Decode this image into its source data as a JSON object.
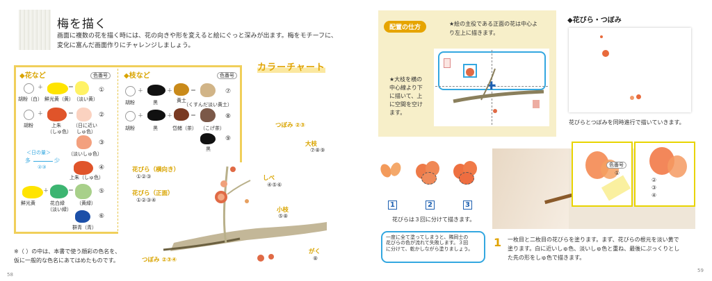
{
  "left_page": {
    "title": "梅を描く",
    "intro": [
      "画面に複数の花を描く時には、花の向きや形を変えると絵にぐっと深みが出ます。梅をモチーフに、",
      "変化に富んだ画面作りにチャレンジしましょう。"
    ],
    "color_chart_title": "カラーチャート",
    "flower_header": "◆花など",
    "branch_header": "◆枝など",
    "color_no": "色番号",
    "flower_rows": [
      {
        "labels": [
          "胡粉（白）",
          "鮮光黄（黄）",
          "（淡い黄）"
        ],
        "no": "①"
      },
      {
        "labels": [
          "胡粉",
          "上朱",
          "（しゅ色）",
          "（日に近い",
          "しゅ色）"
        ],
        "no": "②"
      },
      {
        "labels": [
          "（淡いしゅ色）"
        ],
        "no": "③"
      },
      {
        "labels": [
          "上朱（しゅ色）"
        ],
        "no": "④"
      },
      {
        "labels": [
          "鮮光黄",
          "花白緑",
          "（淡い緑）",
          "（黄緑）"
        ],
        "no": "⑤"
      },
      {
        "labels": [
          "群青（青）"
        ],
        "no": "⑥"
      }
    ],
    "branch_rows": [
      {
        "labels": [
          "胡粉",
          "黒",
          "黄土",
          "（くすんだ淡い黄土）"
        ],
        "no": "⑦"
      },
      {
        "labels": [
          "胡粉",
          "黒",
          "岱赭（茶）",
          "（こげ茶）"
        ],
        "no": "⑧"
      },
      {
        "labels": [
          "黒"
        ],
        "no": "⑨"
      }
    ],
    "hi_ratio": {
      "title": "＜日の量＞",
      "many": "多",
      "few": "少",
      "nos": "②③"
    },
    "annotations": {
      "bud_top": "つぼみ ②③",
      "petal_side": "花びら（横向き）",
      "petal_side_no": "①②③",
      "petal_front": "花びら（正面）",
      "petal_front_no": "①②③④",
      "stamen": "しべ",
      "stamen_no": "④⑤⑥",
      "big_branch": "大枝",
      "big_branch_no": "⑦⑧⑨",
      "twig": "小枝",
      "twig_no": "⑤⑧",
      "calyx": "がく",
      "calyx_no": "⑧",
      "bud_bottom": "つぼみ ②③④"
    },
    "note": [
      "※（ ）の中は、本書で使う顔彩の色名を、",
      "仮に一般的な色名にあてはめたものです。"
    ],
    "page_no": "58"
  },
  "right_page": {
    "layout_title": "配置の仕方",
    "layout_desc1": [
      "★絵の主役である正面の花は中心よ",
      "り左上に描きます。"
    ],
    "layout_desc2": [
      "★大枝を横の",
      "中心線より下",
      "に描いて、上",
      "に空間を空け",
      "ます。"
    ],
    "petal_section": "◆花びら・つぼみ",
    "petal_caption": "花びらとつぼみを同時進行で描いていきます。",
    "steps": [
      "1",
      "2",
      "3"
    ],
    "steps_caption": "花びらは３回に分けて描きます。",
    "tip": [
      "一度に全て塗ってしまうと、隣同士の",
      "花びらの色が流れて失敗します。３回",
      "に分けて、乾かしながら塗りましょう。"
    ],
    "inset_no_label": "色番号",
    "inset_no_1": "①",
    "inset_nos_234": [
      "②",
      "③",
      "④"
    ],
    "step1_no": "1",
    "step1_text": [
      "一枚目と二枚目の花びらを塗ります。まず、花びらの根元を淡い黄で",
      "塗ります。白に近いしゅ色、淡いしゅ色と重ね、最後にぷっくりとし",
      "た先の形をしゅ色で描きます。"
    ],
    "page_no": "59"
  },
  "colors": {
    "gold": "#d9a400",
    "blue": "#33a7e0",
    "cream": "#f7efc9",
    "vermilion": "#e0542a"
  }
}
